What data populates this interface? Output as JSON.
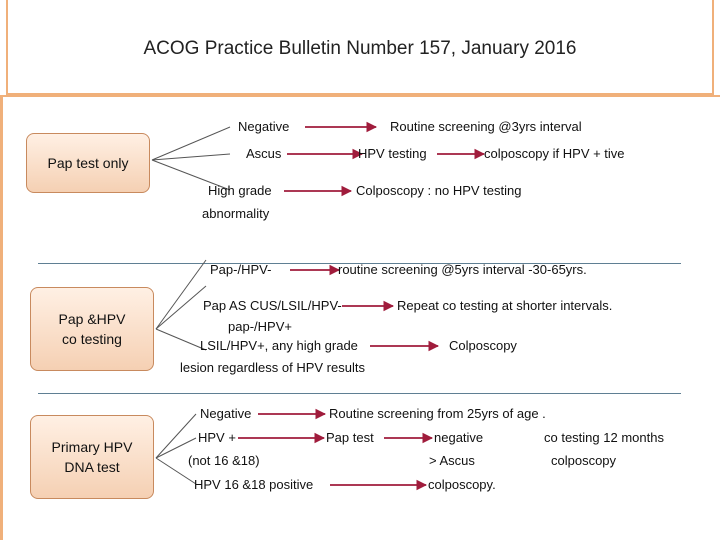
{
  "title": "ACOG Practice Bulletin Number 157, January 2016",
  "categories": {
    "pap_only": "Pap test only",
    "cotesting": "Pap &HPV\nco testing",
    "primary_hpv": "Primary HPV\nDNA test"
  },
  "pap_only": {
    "negative": "Negative",
    "routine": "Routine screening @3yrs interval",
    "ascus": "Ascus",
    "hpv_testing": "HPV testing",
    "colpo_if_hpv": "colposcopy if HPV + tive",
    "high_grade_1": "High grade",
    "high_grade_2": "abnormality",
    "colpo_no_hpv": "Colposcopy : no HPV testing"
  },
  "cotesting": {
    "pap_neg": "Pap-/HPV-",
    "routine_5yr": "routine screening @5yrs interval -30-65yrs.",
    "ascus_lsil": "Pap AS CUS/LSIL/HPV-",
    "repeat": "Repeat co testing at shorter intervals.",
    "pap_hpv_pos": "pap-/HPV+",
    "lsil_high": "LSIL/HPV+, any high grade",
    "colposcopy": "Colposcopy",
    "lesion": "lesion regardless of HPV results"
  },
  "primary_hpv": {
    "negative": "Negative",
    "routine_25": "Routine  screening from 25yrs of age .",
    "hpv_pos": "HPV +",
    "pap_test": "Pap test",
    "negative2": "negative",
    "cotest_12": "co testing 12 months",
    "not_16_18": "(not 16 &18)",
    "gt_ascus": "> Ascus",
    "colposcopy": "colposcopy",
    "hpv_16_18": "HPV 16 &18 positive",
    "colposcopy2": "colposcopy."
  },
  "colors": {
    "arrow": "#a01c3c",
    "frame": "#f0b07a",
    "box_border": "#c88a5e",
    "box_fill_top": "#fff0e4",
    "box_fill_bottom": "#f5d0b3",
    "separator": "#5f7f93"
  }
}
